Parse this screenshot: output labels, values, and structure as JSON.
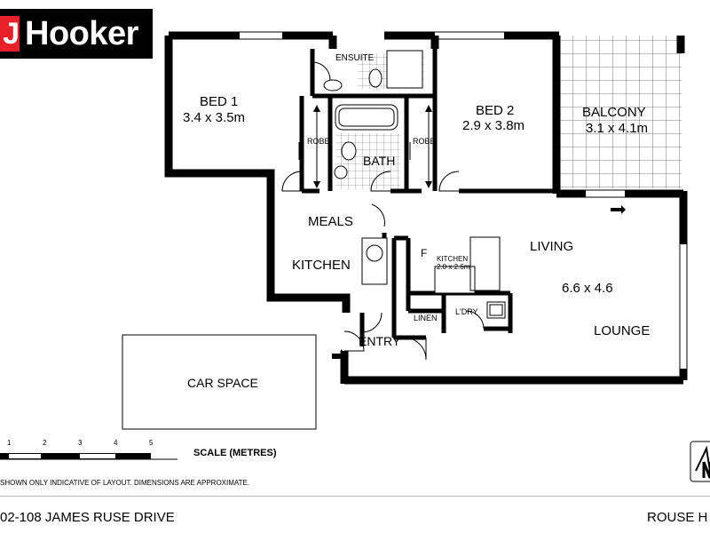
{
  "brand": {
    "logo_letter": "J",
    "logo_text": "Hooker",
    "accent": "#e8202a"
  },
  "rooms": {
    "bed1_name": "BED 1",
    "bed1_size": "3.4 x 3.5m",
    "ensuite": "ENSUITE",
    "bed2_name": "BED 2",
    "bed2_size": "2.9 x 3.8m",
    "balcony_name": "BALCONY",
    "balcony_size": "3.1 x 4.1m",
    "robe1": "ROBE",
    "robe2": "ROBE",
    "bath": "BATH",
    "meals": "MEALS",
    "kitchen": "KITCHEN",
    "fridge": "F",
    "kitchen_small": "KITCHEN",
    "kitchen_small_size": "2.0 x 2.6m",
    "living": "LIVING",
    "living_size": "6.6 x 4.6",
    "lounge": "LOUNGE",
    "linen": "LINEN",
    "laundry": "L'DRY",
    "entry": "ENTRY",
    "car_space": "CAR SPACE"
  },
  "scale": {
    "label": "SCALE (METRES)",
    "ticks": [
      "1",
      "2",
      "3",
      "4",
      "5"
    ]
  },
  "footer": {
    "disclaimer": "SHOWN ONLY INDICATIVE OF LAYOUT.  DIMENSIONS ARE APPROXIMATE.",
    "address_left": "02-108 JAMES RUSE DRIVE",
    "address_right": "ROUSE H"
  }
}
